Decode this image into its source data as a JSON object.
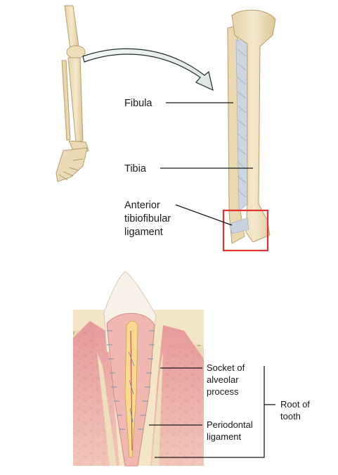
{
  "top_panel": {
    "labels": {
      "fibula": "Fibula",
      "tibia": "Tibia",
      "ligament_line1": "Anterior",
      "ligament_line2": "tibiofibular",
      "ligament_line3": "ligament"
    },
    "highlight_color": "#e53030"
  },
  "bottom_panel": {
    "labels": {
      "socket_line1": "Socket of",
      "socket_line2": "alveolar",
      "socket_line3": "process",
      "periodontal_line1": "Periodontal",
      "periodontal_line2": "ligament",
      "root_line1": "Root of",
      "root_line2": "tooth"
    }
  },
  "colors": {
    "bone": "#efe0bd",
    "bone_shade": "#d9c79c",
    "ligament": "#c9d3de",
    "gum": "#e8939a",
    "enamel": "#f6eee4"
  }
}
